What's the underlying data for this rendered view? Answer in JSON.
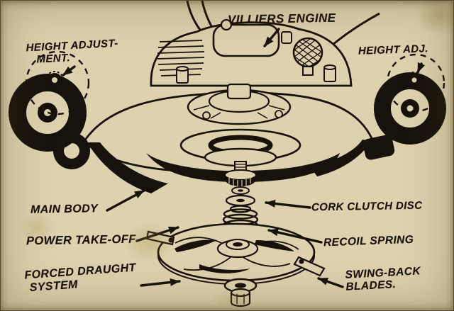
{
  "figure": {
    "description": "Exploded cutaway diagram of a rotary lawn mower with Villiers engine",
    "colors": {
      "paper": "#dcd2ae",
      "ink": "#17120c"
    }
  },
  "labels": {
    "villiers_engine": "VILLIERS ENGINE",
    "height_adjustment_left_line1": "HEIGHT ADJUST-",
    "height_adjustment_left_line2": "MENT.",
    "height_adj_right": "HEIGHT ADJ.",
    "main_body": "MAIN BODY",
    "power_take_off": "POWER TAKE-OFF",
    "forced_draught_line1": "FORCED DRAUGHT",
    "forced_draught_line2": "SYSTEM",
    "cork_clutch_disc": "CORK CLUTCH DISC",
    "recoil_spring": "RECOIL SPRING",
    "swing_back_blades_line1": "SWING-BACK",
    "swing_back_blades_line2": "BLADES."
  }
}
